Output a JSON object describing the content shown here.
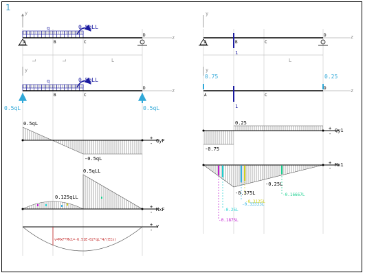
{
  "figure_number": "1",
  "left": {
    "point_labels": [
      "A",
      "B",
      "C",
      "D"
    ],
    "axis_y": "y",
    "axis_x": "z",
    "dim_labels": [
      "L",
      "L",
      "L"
    ],
    "load_label": "q",
    "moment_label": "0.5qLL",
    "reaction_labels": [
      "0.5qL",
      "0.5qL"
    ],
    "shear": {
      "top": "0.5qL",
      "bottom": "-0.5qL",
      "name": "QyF"
    },
    "moment": {
      "left_value": "0.125qLL",
      "right_value": "0.5qLL",
      "name": "MxF"
    },
    "deflection": {
      "name": "v",
      "formula": "v=MxF*Mx1=-6.51E-02*qL^4/(EIx)"
    }
  },
  "right": {
    "point_labels": [
      "A",
      "B",
      "C",
      "D"
    ],
    "axis_y": "y",
    "axis_x": "z",
    "dim_label": "L",
    "unit_load": "1",
    "reactions": [
      "0.75",
      "0.25"
    ],
    "shear": {
      "top": "0.25",
      "bottom": "-0.75",
      "name": "Qy1"
    },
    "moment": {
      "name": "Mx1",
      "labels": [
        "-0.375L",
        "-0.25L",
        "-0.1875L",
        "-0.25L",
        "-0.33333L",
        "-0.3125L",
        "-0.16667L"
      ]
    }
  },
  "signs": {
    "plus": "+",
    "minus": "-"
  }
}
